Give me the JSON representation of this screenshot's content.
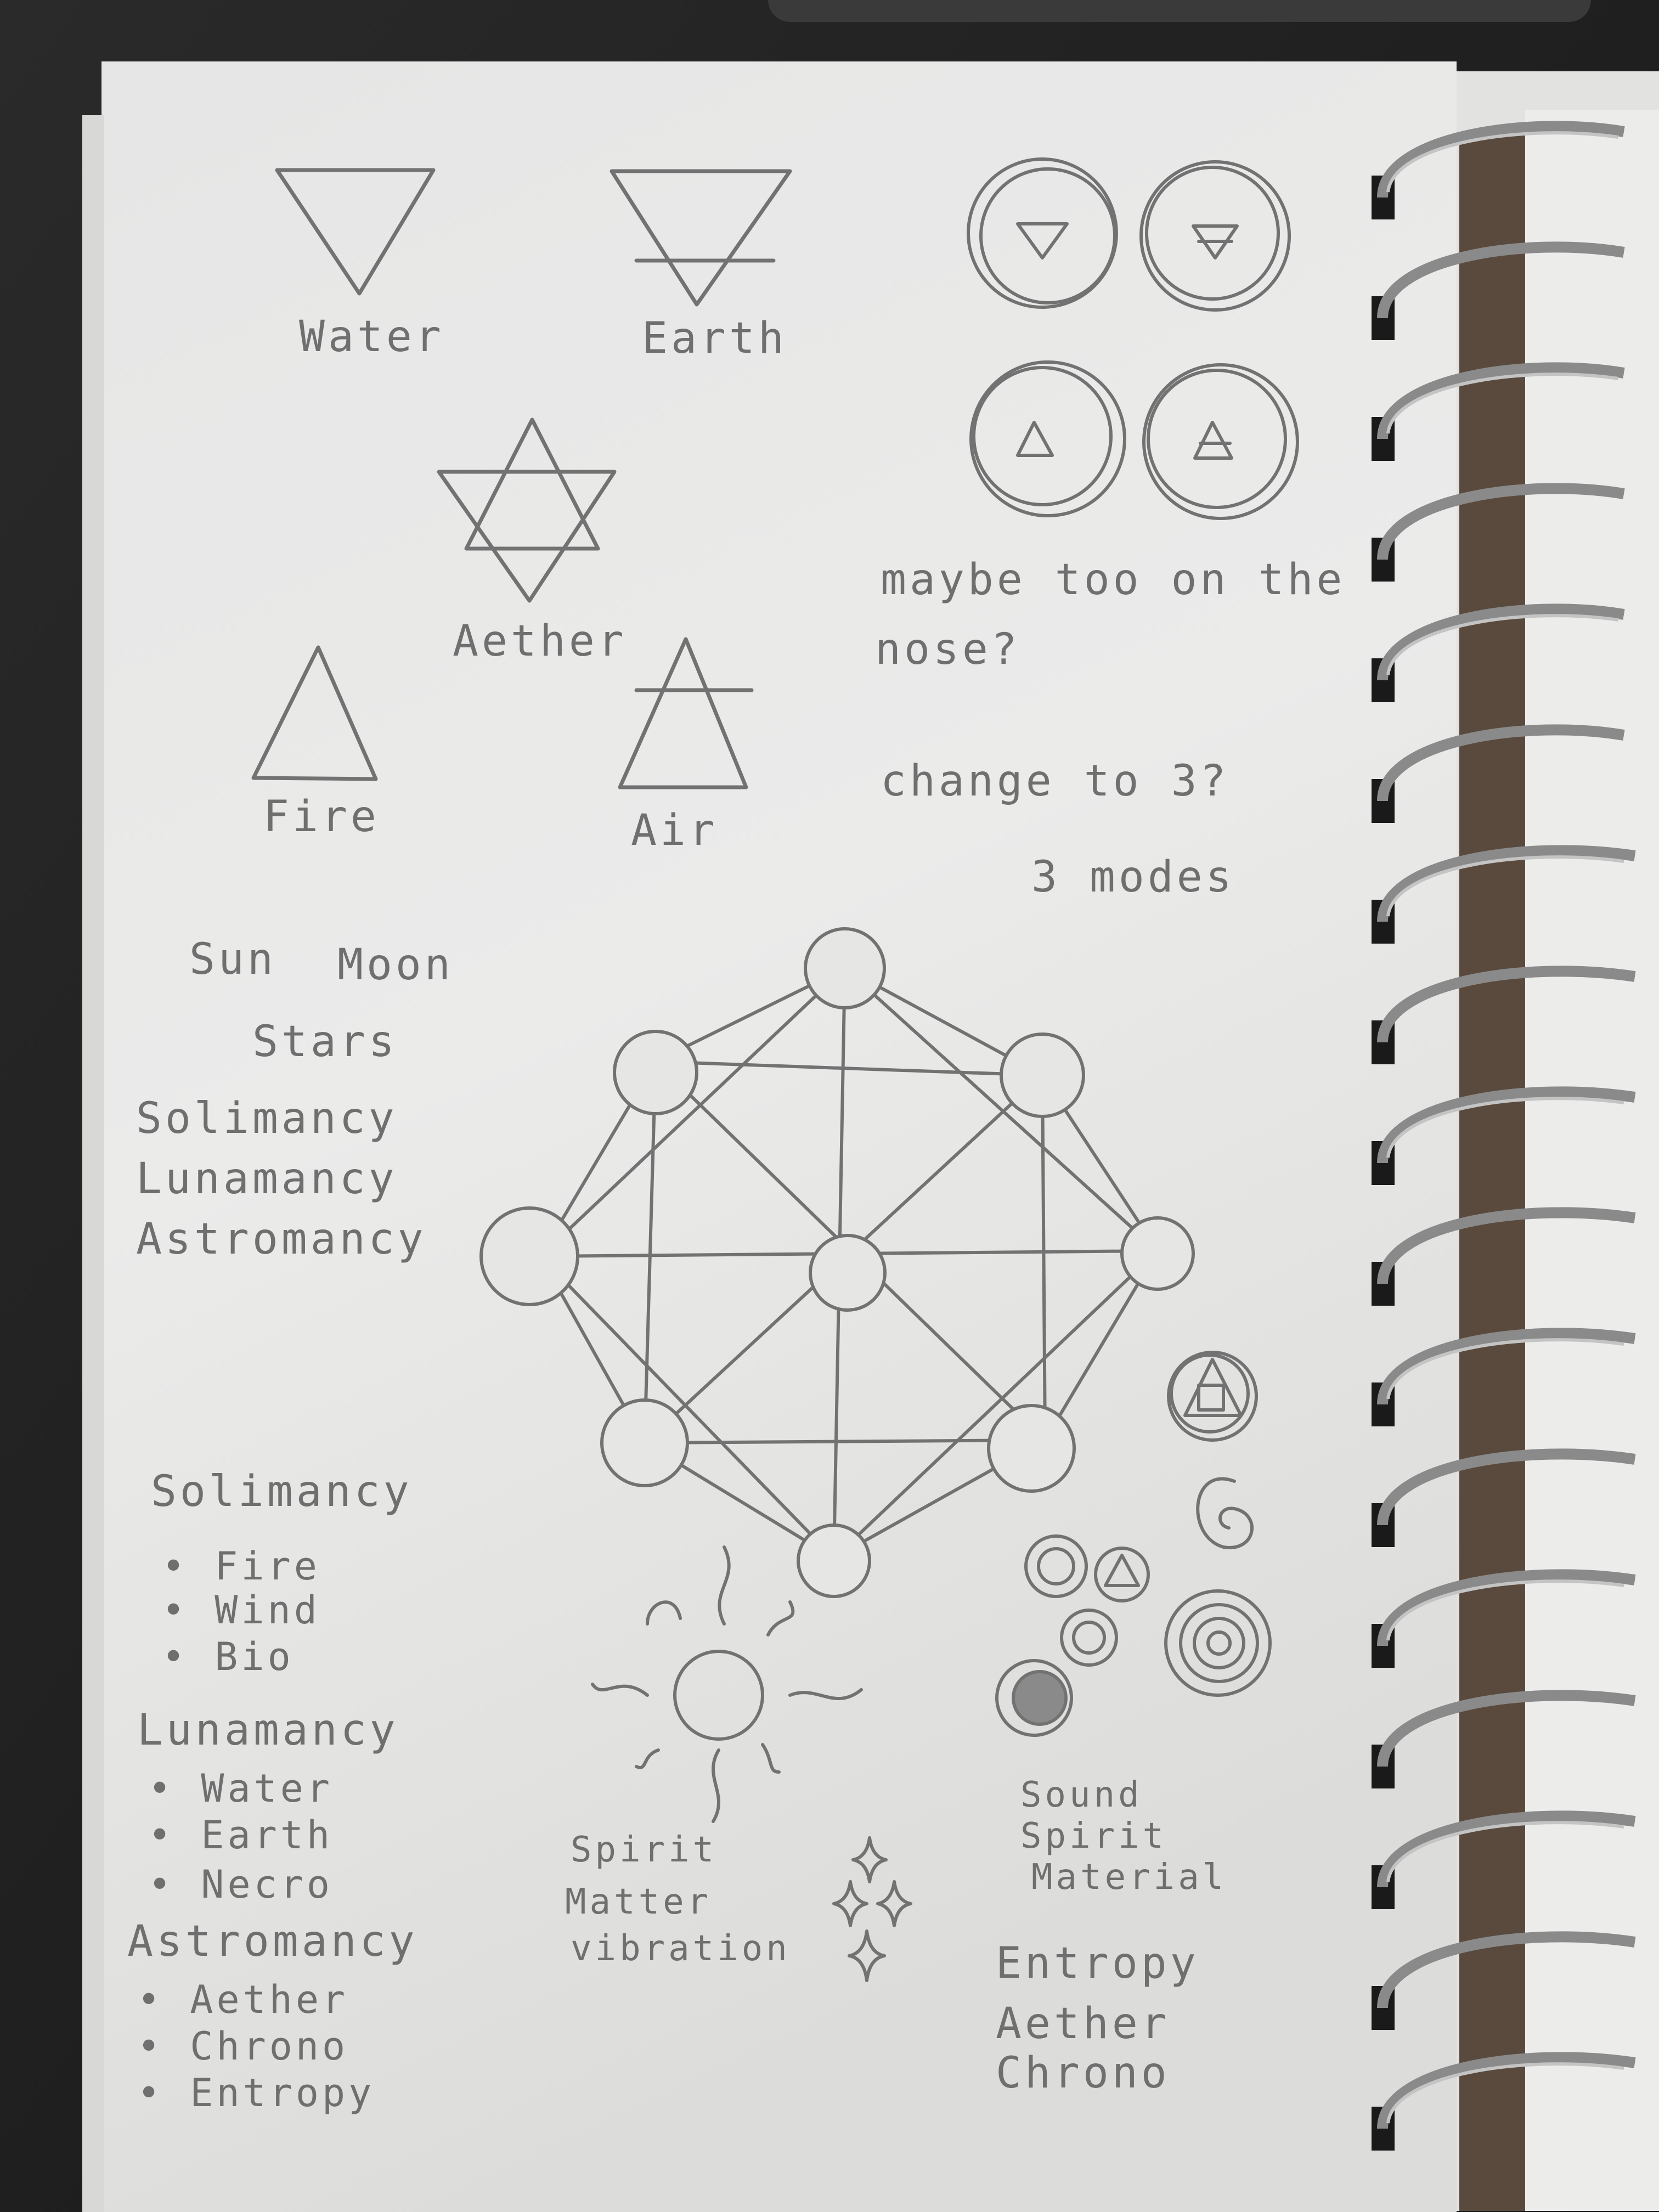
{
  "elements": {
    "water": "Water",
    "earth": "Earth",
    "aether": "Aether",
    "fire": "Fire",
    "air": "Air"
  },
  "notes": {
    "line1": "maybe too on the",
    "line2": "nose?",
    "line3": "change to 3?",
    "line4": "3 modes"
  },
  "celestial": {
    "sun": "Sun",
    "moon": "Moon",
    "stars": "Stars",
    "schools": [
      "Solimancy",
      "Lunamancy",
      "Astromancy"
    ]
  },
  "schools_list": [
    {
      "name": "Solimancy",
      "items": [
        "Fire",
        "Wind",
        "Bio"
      ]
    },
    {
      "name": "Lunamancy",
      "items": [
        "Water",
        "Earth",
        "Necro"
      ]
    },
    {
      "name": "Astromancy",
      "items": [
        "Aether",
        "Chrono",
        "Entropy"
      ]
    }
  ],
  "trios": {
    "sun_set": [
      "Spirit",
      "Matter",
      "vibration"
    ],
    "glyph_set": [
      "Sound",
      "Spirit",
      "Material"
    ],
    "star_set": [
      "Entropy",
      "Aether",
      "Chrono"
    ]
  },
  "colors": {
    "paper": "#e9e9e7",
    "pencil": "#6f6f6f",
    "coil": "#8a8a8a",
    "background": "#1e1e1e"
  },
  "icons": [
    "water-symbol-icon",
    "earth-symbol-icon",
    "aether-hexagram-icon",
    "fire-symbol-icon",
    "air-symbol-icon",
    "circled-element-icons",
    "nine-circle-diagram",
    "sun-sketch-icon",
    "sparkle-stars-icon",
    "spiral-glyph-icons",
    "spiral-binding"
  ]
}
